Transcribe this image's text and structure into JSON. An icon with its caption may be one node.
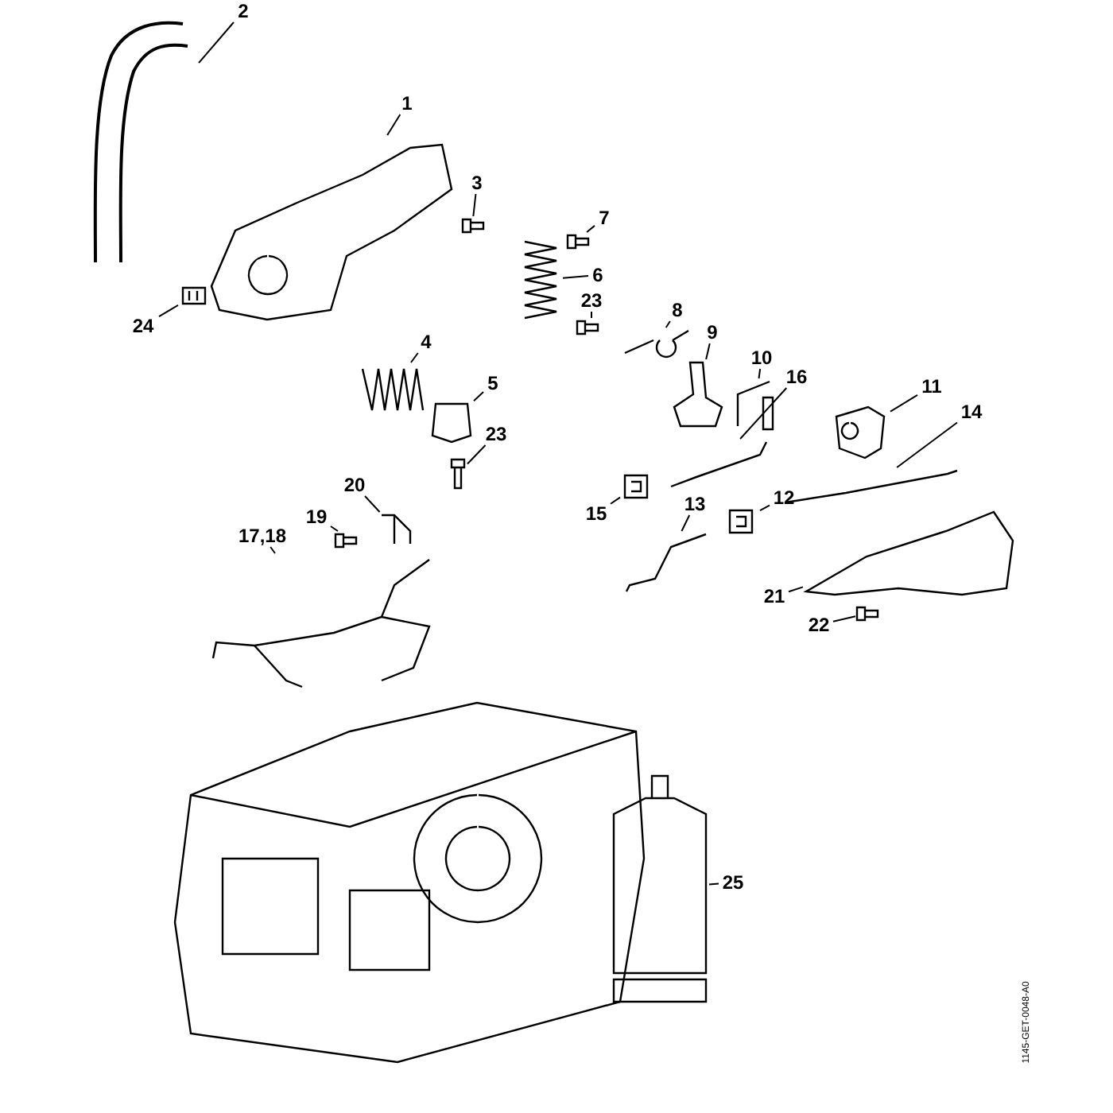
{
  "diagram": {
    "nodes": [
      {
        "text": [
          "2"
        ]
      },
      {
        "text": [],
        "shape": "picture"
      },
      {
        "text": [
          "1"
        ]
      },
      {
        "text": [],
        "shape": "picture"
      },
      {
        "text": [
          "3"
        ]
      },
      {
        "text": [],
        "shape": "picture"
      },
      {
        "text": [
          "7"
        ]
      },
      {
        "text": [],
        "shape": "picture"
      },
      {
        "text": [
          "6"
        ]
      },
      {
        "text": [],
        "shape": "picture"
      },
      {
        "text": [
          "24"
        ]
      },
      {
        "text": [],
        "shape": "picture"
      },
      {
        "text": [
          "23"
        ]
      },
      {
        "text": [],
        "shape": "picture"
      },
      {
        "text": [
          "8"
        ]
      },
      {
        "text": [],
        "shape": "picture"
      },
      {
        "text": [
          "9"
        ]
      },
      {
        "text": [],
        "shape": "picture"
      },
      {
        "text": [
          "4"
        ]
      },
      {
        "text": [],
        "shape": "picture"
      },
      {
        "text": [
          "10"
        ]
      },
      {
        "text": [],
        "shape": "picture"
      },
      {
        "text": [
          "16"
        ]
      },
      {
        "text": [],
        "shape": "picture"
      },
      {
        "text": [
          "11"
        ]
      },
      {
        "text": [],
        "shape": "picture"
      },
      {
        "text": [
          "5"
        ]
      },
      {
        "text": [],
        "shape": "picture"
      },
      {
        "text": [
          "14"
        ]
      },
      {
        "text": [],
        "shape": "picture"
      },
      {
        "text": [
          "23"
        ]
      },
      {
        "text": [],
        "shape": "picture"
      },
      {
        "text": [
          "15"
        ]
      },
      {
        "text": [],
        "shape": "picture"
      },
      {
        "text": [
          "13"
        ]
      },
      {
        "text": [],
        "shape": "picture"
      },
      {
        "text": [
          "12"
        ]
      },
      {
        "text": [],
        "shape": "picture"
      },
      {
        "text": [
          "20"
        ]
      },
      {
        "text": [],
        "shape": "picture"
      },
      {
        "text": [
          "19"
        ]
      },
      {
        "text": [],
        "shape": "picture"
      },
      {
        "text": [
          "17,18"
        ]
      },
      {
        "text": [],
        "shape": "picture"
      },
      {
        "text": [
          "21"
        ]
      },
      {
        "text": [],
        "shape": "picture"
      },
      {
        "text": [
          "22"
        ]
      },
      {
        "text": [],
        "shape": "picture"
      },
      {
        "text": [
          "25"
        ]
      },
      {
        "text": [],
        "shape": "picture"
      }
    ],
    "edges": [
      {
        "from": 0,
        "to": 1,
        "arrow": "none"
      },
      {
        "from": 2,
        "to": 3,
        "arrow": "none"
      },
      {
        "from": 4,
        "to": 5,
        "arrow": "none"
      },
      {
        "from": 6,
        "to": 7,
        "arrow": "none"
      },
      {
        "from": 8,
        "to": 9,
        "arrow": "none"
      },
      {
        "from": 10,
        "to": 11,
        "arrow": "none"
      },
      {
        "from": 12,
        "to": 13,
        "arrow": "none"
      },
      {
        "from": 14,
        "to": 15,
        "arrow": "none"
      },
      {
        "from": 16,
        "to": 17,
        "arrow": "none"
      },
      {
        "from": 18,
        "to": 19,
        "arrow": "none"
      },
      {
        "from": 20,
        "to": 21,
        "arrow": "none"
      },
      {
        "from": 22,
        "to": 23,
        "arrow": "none"
      },
      {
        "from": 24,
        "to": 25,
        "arrow": "none"
      },
      {
        "from": 26,
        "to": 27,
        "arrow": "none"
      },
      {
        "from": 28,
        "to": 29,
        "arrow": "none"
      },
      {
        "from": 30,
        "to": 31,
        "arrow": "none"
      },
      {
        "from": 32,
        "to": 33,
        "arrow": "none"
      },
      {
        "from": 34,
        "to": 35,
        "arrow": "none"
      },
      {
        "from": 36,
        "to": 37,
        "arrow": "none"
      },
      {
        "from": 38,
        "to": 39,
        "arrow": "none"
      },
      {
        "from": 40,
        "to": 41,
        "arrow": "none"
      },
      {
        "from": 42,
        "to": 43,
        "arrow": "none"
      },
      {
        "from": 44,
        "to": 45,
        "arrow": "none"
      },
      {
        "from": 46,
        "to": 47,
        "arrow": "none"
      },
      {
        "from": 48,
        "to": 49,
        "arrow": "none"
      }
    ],
    "labels": [
      "1145-GET-0048-A0"
    ]
  }
}
